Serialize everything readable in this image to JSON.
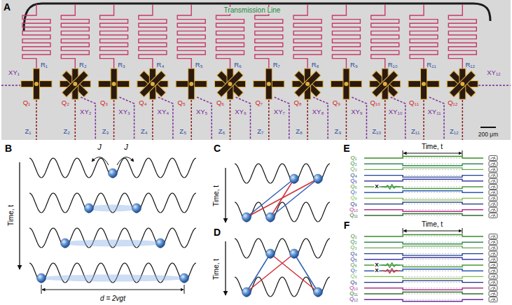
{
  "diagram": {
    "labels": [
      "A",
      "Transmission Line",
      "R₁",
      "R₂",
      "R₃",
      "R₄",
      "R₅",
      "R₆",
      "R₇",
      "R₈",
      "R₉",
      "R₁₀",
      "R₁₁",
      "R₁₂",
      "Q₁",
      "Q₂",
      "Q₃",
      "Q₄",
      "Q₅",
      "Q₆",
      "Q₇",
      "Q₈",
      "Q₉",
      "Q₁₀",
      "Q₁₁",
      "Q₁₂",
      "XY₁",
      "XY₁₂",
      "XY₂",
      "XY₃",
      "XY₄",
      "XY₅",
      "XY₆",
      "XY₇",
      "XY₈",
      "XY₉",
      "XY₁₀",
      "XY₁₁",
      "Z₁",
      "Z₂",
      "Z₃",
      "Z₄",
      "Z₅",
      "Z₆",
      "Z₇",
      "Z₈",
      "Z₉",
      "Z₁₀",
      "Z₁₁",
      "Z₁₂",
      "200 μm",
      "B",
      "J",
      "J",
      "Time, t",
      "d = 2vgt",
      "C",
      "Time, t",
      "D",
      "Time, t",
      "E",
      "Time, t",
      "Q₁",
      "Q₂",
      "Q₃",
      "Q₄",
      "Q₅",
      "Q₆",
      "Q₇",
      "Q₈",
      "Q₉",
      "Q₁₀",
      "Q₁₁",
      "X",
      "F",
      "Time, t",
      "Q₁",
      "Q₂",
      "Q₃",
      "Q₄",
      "Q₅",
      "Q₆",
      "Q₇",
      "Q₈",
      "Q₉",
      "Q₁₀",
      "Q₁₁",
      "Q₁₂",
      "X",
      "X"
    ]
  }
}
